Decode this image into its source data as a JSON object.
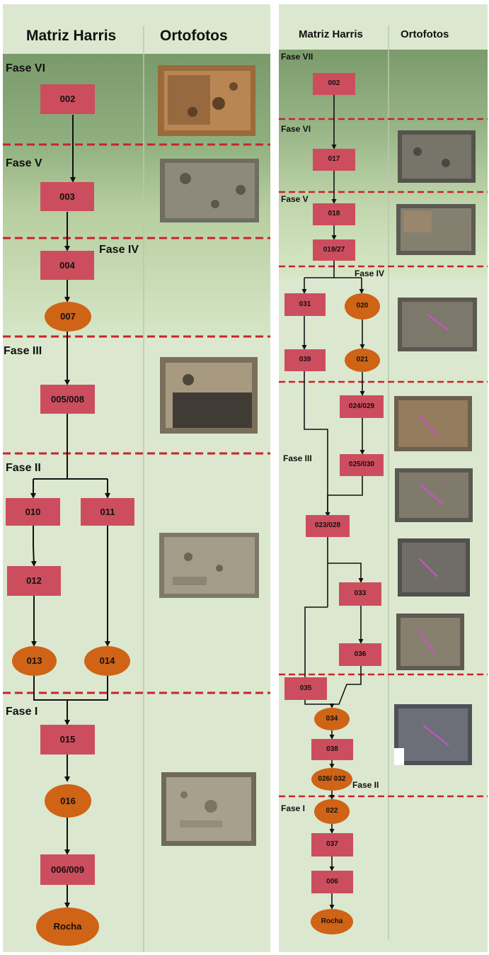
{
  "colors": {
    "band_dark": "#7b9b6c",
    "band_light": "#d3e3c5",
    "separator": "#c8242a",
    "unit_box": "#cc4e5e",
    "interface_oval": "#cf6316"
  },
  "left": {
    "header": {
      "matrix": "Matriz Harris",
      "photos": "Ortofotos"
    },
    "phases": {
      "p6": "Fase VI",
      "p5": "Fase V",
      "p4": "Fase IV",
      "p3": "Fase III",
      "p2": "Fase II",
      "p1": "Fase I"
    },
    "nodes": {
      "n002": "002",
      "n003": "003",
      "n004": "004",
      "n007": "007",
      "n005_008": "005/008",
      "n010": "010",
      "n011": "011",
      "n012": "012",
      "n013": "013",
      "n014": "014",
      "n015": "015",
      "n016": "016",
      "n006_009": "006/009",
      "rocha": "Rocha"
    }
  },
  "right": {
    "header": {
      "matrix": "Matriz Harris",
      "photos": "Ortofotos"
    },
    "phases": {
      "p7": "Fase VII",
      "p6": "Fase VI",
      "p5": "Fase V",
      "p4": "Fase IV",
      "p3": "Fase III",
      "p2": "Fase II",
      "p1": "Fase I"
    },
    "nodes": {
      "n002": "002",
      "n017": "017",
      "n018": "018",
      "n019_27": "019/27",
      "n031": "031",
      "n020": "020",
      "n039": "039",
      "n021": "021",
      "n024_029": "024/029",
      "n025_030": "025/030",
      "n023_028": "023/028",
      "n033": "033",
      "n036": "036",
      "n035": "035",
      "n034": "034",
      "n038": "038",
      "n026_032": "026/ 032",
      "n022": "022",
      "n037": "037",
      "n006": "006",
      "rocha": "Rocha"
    }
  }
}
